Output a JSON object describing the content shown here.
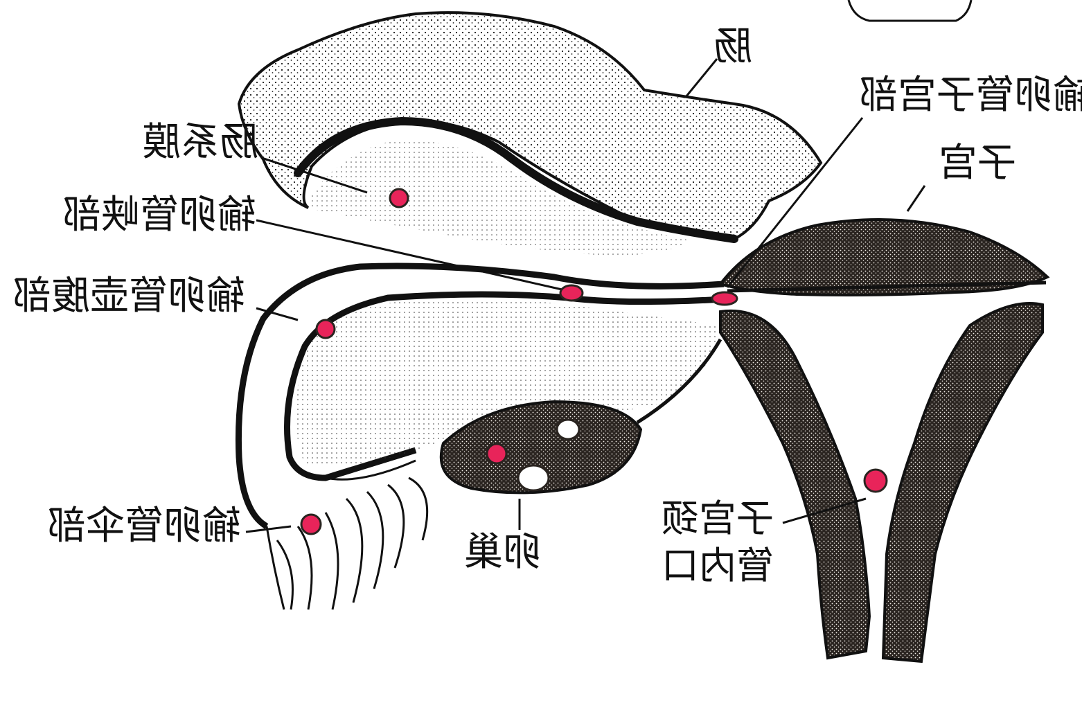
{
  "colors": {
    "ink": "#111111",
    "tissue": "#2a2420",
    "paper": "#ffffff",
    "stipple": "#1a1a1a",
    "marker": "#e8245a"
  },
  "labels": {
    "intestine": "肠",
    "mesentery": "肠系膜",
    "isthmus": "输卵管峡部",
    "ampulla": "输卵管壶腹部",
    "infundibulum": "输卵管伞部",
    "ovary": "卵巢",
    "interstitial": "输卵管子宫部",
    "uterus": "子宫",
    "internal_os_line1": "子宫颈",
    "internal_os_line2": "管内口"
  },
  "markers": [
    {
      "id": "mesentery",
      "name": "marker-mesentery"
    },
    {
      "id": "isthmus",
      "name": "marker-isthmus"
    },
    {
      "id": "interstitial",
      "name": "marker-interstitial"
    },
    {
      "id": "ampulla",
      "name": "marker-ampulla"
    },
    {
      "id": "ovary",
      "name": "marker-ovary"
    },
    {
      "id": "infundibulum",
      "name": "marker-infundibulum"
    },
    {
      "id": "internal_os",
      "name": "marker-internal-os"
    }
  ]
}
